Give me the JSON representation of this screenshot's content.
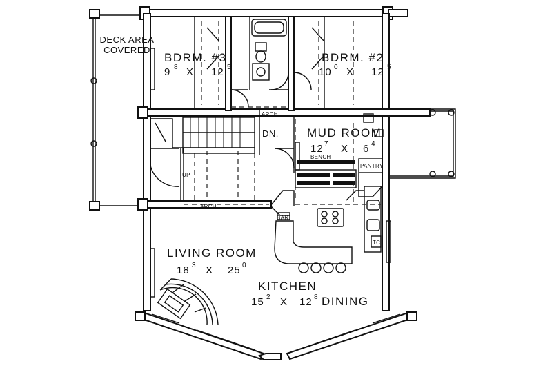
{
  "rooms": {
    "bedroom3": {
      "name": "BDRM. #3",
      "w_ft": "9",
      "w_in": "8",
      "x": "X",
      "l_ft": "12",
      "l_in": "5"
    },
    "bedroom2": {
      "name": "BDRM. #2",
      "w_ft": "10",
      "w_in": "0",
      "x": "X",
      "l_ft": "12",
      "l_in": "5"
    },
    "deck": {
      "line1": "DECK AREA",
      "line2": "COVERED"
    },
    "mud_room": {
      "name": "MUD ROOM",
      "w_ft": "12",
      "w_in": "7",
      "x": "X",
      "l_ft": "6",
      "l_in": "4"
    },
    "living_room": {
      "name": "LIVING ROOM",
      "w_ft": "18",
      "w_in": "3",
      "x": "X",
      "l_ft": "25",
      "l_in": "0"
    },
    "kitchen": {
      "name": "KITCHEN",
      "w_ft": "15",
      "w_in": "2",
      "x": "X",
      "l_ft": "12",
      "l_in": "8"
    },
    "dining": {
      "name": "DINING"
    }
  },
  "labels": {
    "arch_upper": "ARCH",
    "arch_lower": "ARCH",
    "stairs_down": "DN.",
    "stairs_up": "UP",
    "bench": "BENCH",
    "pantry": "PANTRY",
    "bar": "BAR",
    "tc": "TC"
  }
}
